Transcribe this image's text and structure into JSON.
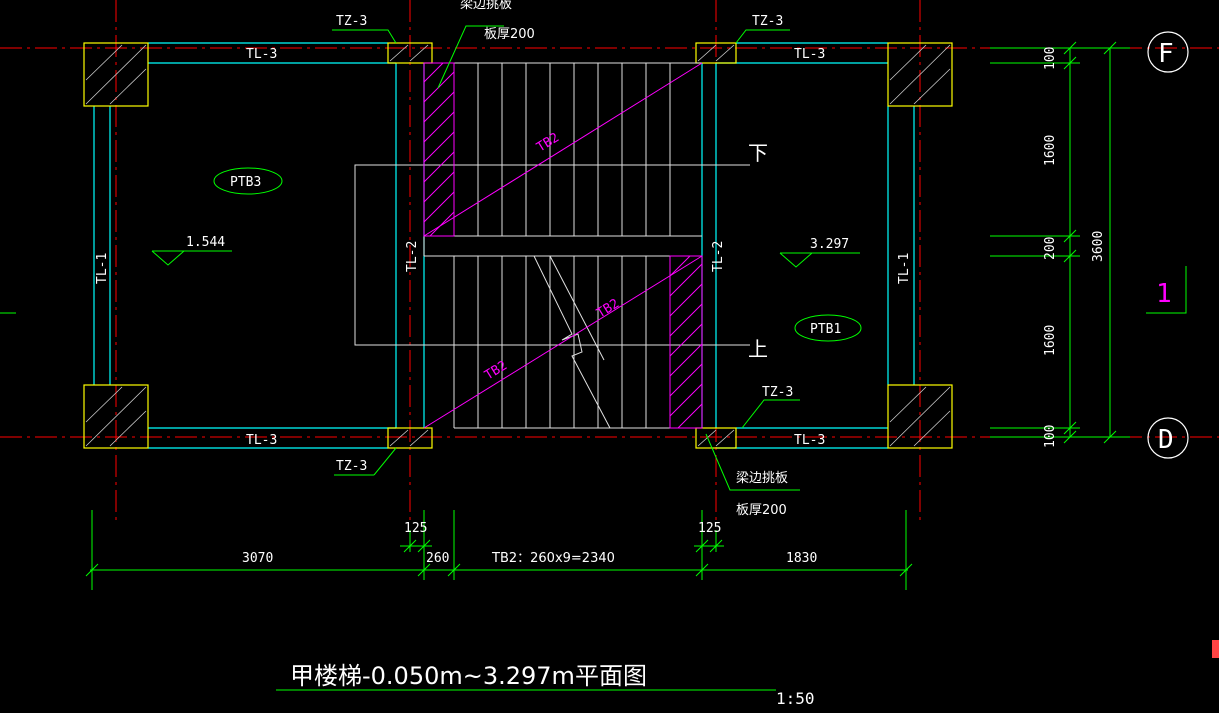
{
  "drawing": {
    "title": "甲楼梯-0.050m~3.297m平面图",
    "scale": "1:50",
    "colors": {
      "background": "#000000",
      "axis_red": "#ff0000",
      "wall_cyan": "#00ffff",
      "column_yellow": "#ffff00",
      "dimension_green": "#00ff00",
      "stair_magenta": "#ff00ff",
      "text_white": "#ffffff",
      "tread_white": "#e0e0e0"
    }
  },
  "labels": {
    "tz3_top_left": "TZ-3",
    "tz3_top_right": "TZ-3",
    "tz3_bottom_left": "TZ-3",
    "tz3_bottom_right": "TZ-3",
    "tl3_top_left": "TL-3",
    "tl3_top_right": "TL-3",
    "tl3_bottom_left": "TL-3",
    "tl3_bottom_right": "TL-3",
    "tl1_left": "TL-1",
    "tl1_right": "TL-1",
    "tl2_left": "TL-2",
    "tl2_right": "TL-2",
    "ptb3": "PTB3",
    "ptb1": "PTB1",
    "level_left": "1.544",
    "level_right": "3.297",
    "flight_upper": "TB2",
    "flight_lower": "TB2",
    "flight_lower2": "TB2",
    "down": "下",
    "up": "上",
    "beam_slab_top_1": "梁边挑板",
    "beam_slab_top_2": "板厚200",
    "beam_slab_bottom_1": "梁边挑板",
    "beam_slab_bottom_2": "板厚200",
    "section_mark": "1"
  },
  "axes": {
    "top": "F",
    "bottom": "D"
  },
  "dimensions_right": {
    "d1": "100",
    "d2": "1600",
    "d3": "200",
    "d4": "1600",
    "d5": "100",
    "total": "3600"
  },
  "dimensions_bottom": {
    "left_bay": "3070",
    "well": "260",
    "flight": "TB2：260x9=2340",
    "right_bay": "1830",
    "offset_left": "125",
    "offset_right": "125"
  }
}
